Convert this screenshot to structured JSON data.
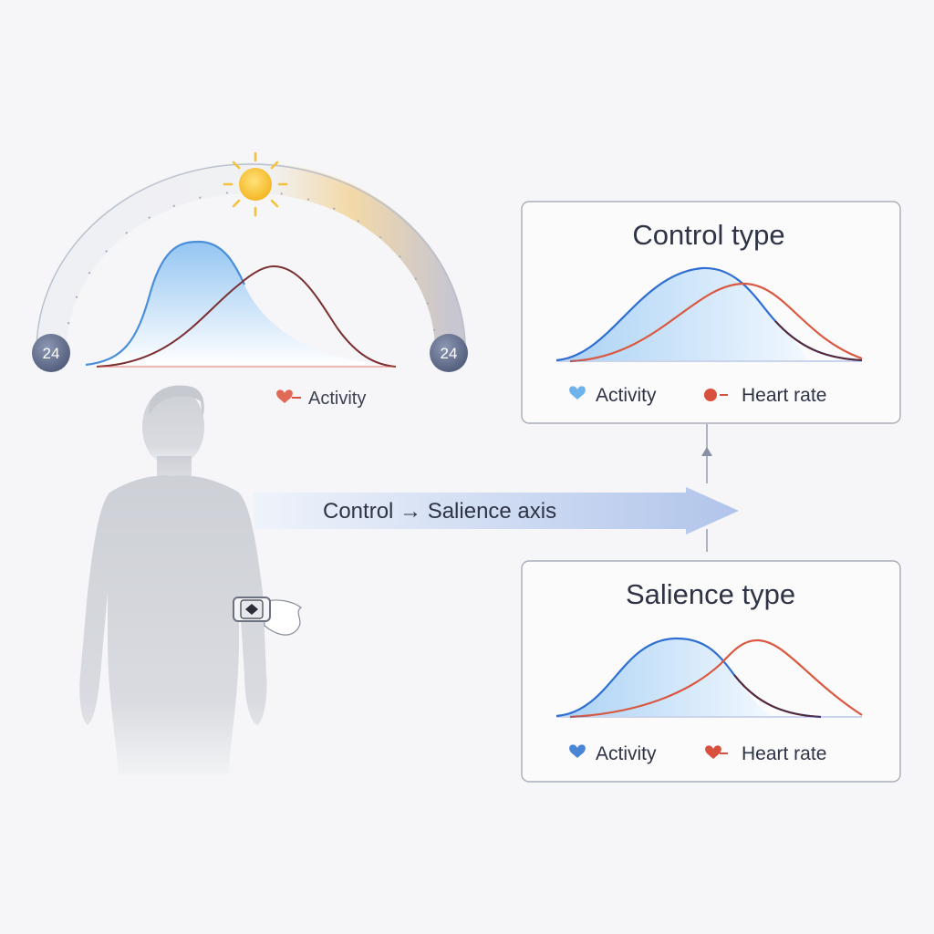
{
  "clock": {
    "left_label": "24",
    "right_label": "24"
  },
  "left_legend": {
    "activity_label": "Activity"
  },
  "axis": {
    "label": "Control → Salience axis"
  },
  "panels": [
    {
      "title": "Control type",
      "legend_activity": "Activity",
      "legend_heart": "Heart rate"
    },
    {
      "title": "Salience type",
      "legend_activity": "Activity",
      "legend_heart": "Heart rate"
    }
  ],
  "colors": {
    "activity": "#3a7fd6",
    "activity_fill": "#bcdcf6",
    "heart_rate": "#d9503f",
    "heart_dark": "#7a2a2a",
    "sun": "#f6c12e",
    "badge": "#5d6a86",
    "silhouette": "#cfd1d6",
    "text": "#2e3446"
  },
  "icons": [
    "sun-icon",
    "heart-icon",
    "smartwatch-icon",
    "person-silhouette"
  ]
}
